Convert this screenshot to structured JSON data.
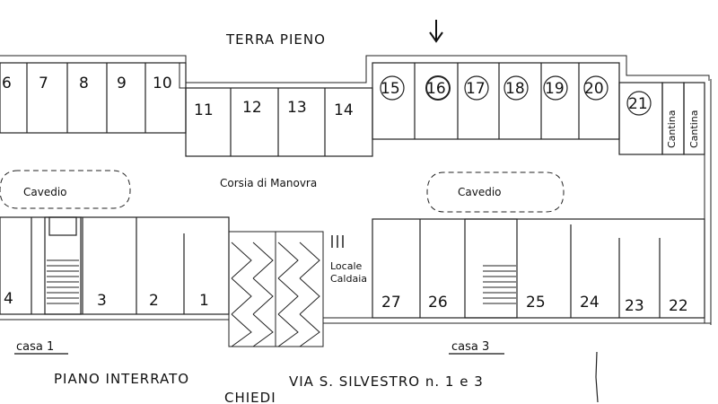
{
  "labels": {
    "terrapieno": "TERRA PIENO",
    "corsia": "Corsia di Manovra",
    "cavedio": "Cavedio",
    "locale_caldaia_1": "Locale",
    "locale_caldaia_2": "Caldaia",
    "casa_1": "casa 1",
    "casa_3": "casa 3",
    "piano": "PIANO INTERRATO",
    "via": "VIA S. SILVESTRO n. 1 e 3",
    "chiedi": "CHIEDI",
    "cantina": "Cantina"
  },
  "boxes_top_left": [
    "6",
    "7",
    "8",
    "9",
    "10"
  ],
  "boxes_top_mid": [
    "11",
    "12",
    "13",
    "14"
  ],
  "boxes_top_right": [
    "15",
    "16",
    "17",
    "18",
    "19",
    "20",
    "21"
  ],
  "boxes_bottom_left": [
    "4",
    "3",
    "2",
    "1"
  ],
  "boxes_bottom_right": [
    "27",
    "26",
    "25",
    "24",
    "23",
    "22"
  ]
}
